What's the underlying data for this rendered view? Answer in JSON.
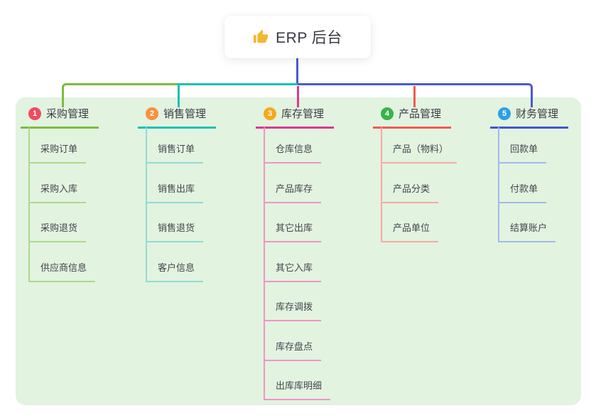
{
  "root": {
    "label": "ERP 后台",
    "icon": "thumbs-up-icon"
  },
  "colors": {
    "canvas_bg": "#e2f3e0",
    "trunk": "#4a5ad0",
    "root_text": "#3a3a42",
    "title_text": "#3c3c46",
    "child_text": "#45454e",
    "thumb_icon": "#f3b72e"
  },
  "branches": [
    {
      "number": "1",
      "label": "采购管理",
      "badge_color": "#f24a5f",
      "line_color": "#7cbb3f",
      "child_line_color": "#afd88d",
      "children": [
        "采购订单",
        "采购入库",
        "采购退货",
        "供应商信息"
      ]
    },
    {
      "number": "2",
      "label": "销售管理",
      "badge_color": "#f8913c",
      "line_color": "#1fc0b7",
      "child_line_color": "#90dcd4",
      "children": [
        "销售订单",
        "销售出库",
        "销售退货",
        "客户信息"
      ]
    },
    {
      "number": "3",
      "label": "库存管理",
      "badge_color": "#f7a71b",
      "line_color": "#dd3790",
      "child_line_color": "#f194c4",
      "children": [
        "仓库信息",
        "产品库存",
        "其它出库",
        "其它入库",
        "库存调拨",
        "库存盘点",
        "出库库明细"
      ]
    },
    {
      "number": "4",
      "label": "产品管理",
      "badge_color": "#35b34a",
      "line_color": "#f15a4f",
      "child_line_color": "#f8a9a2",
      "children": [
        "产品（物料）",
        "产品分类",
        "产品单位"
      ]
    },
    {
      "number": "5",
      "label": "财务管理",
      "badge_color": "#2ea0e5",
      "line_color": "#4257cf",
      "child_line_color": "#a4b8ec",
      "children": [
        "回款单",
        "付款单",
        "结算账户"
      ]
    }
  ]
}
